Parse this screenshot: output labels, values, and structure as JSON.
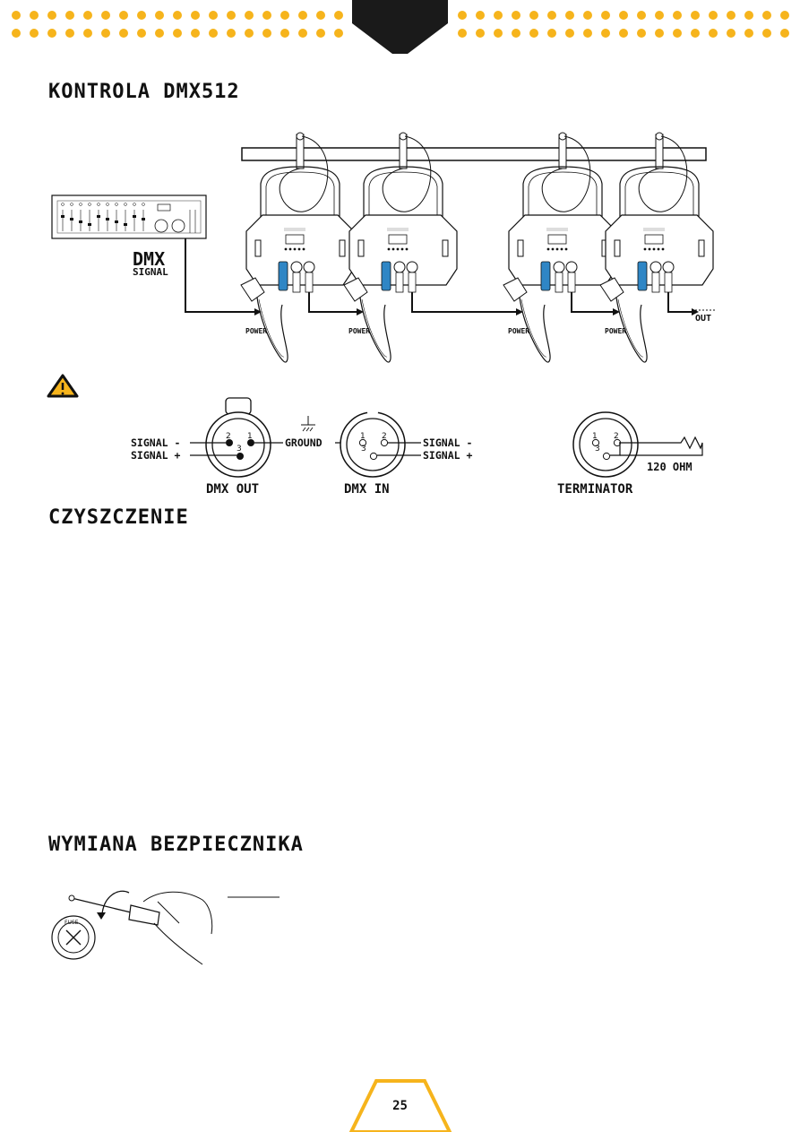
{
  "sections": {
    "dmx": "KONTROLA DMX512",
    "cleaning": "CZYSZCZENIE",
    "fuse": "WYMIANA BEZPIECZNIKA"
  },
  "diagram": {
    "dmx_title": "DMX",
    "dmx_subtitle": "SIGNAL",
    "power_label": "POWER",
    "out_label": "OUT",
    "fixture_count": 4
  },
  "connectors": {
    "signal_minus": "SIGNAL -",
    "signal_plus": "SIGNAL +",
    "ground": "GROUND",
    "dmx_out": "DMX OUT",
    "dmx_in": "DMX IN",
    "terminator": "TERMINATOR",
    "resistor": "120 OHM",
    "pin1": "1",
    "pin2": "2",
    "pin3": "3"
  },
  "fuse_figure": {
    "fuse_label": "FUSE"
  },
  "page_number": "25",
  "colors": {
    "accent": "#f6b41c",
    "dark": "#1a1a1a",
    "connector_blue": "#2f86c5"
  }
}
